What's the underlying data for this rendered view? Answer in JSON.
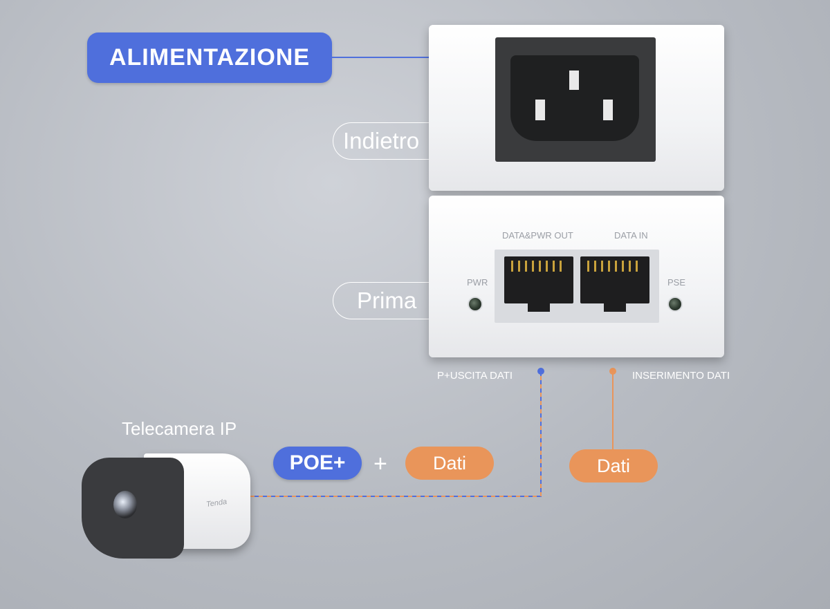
{
  "labels": {
    "power": "ALIMENTAZIONE",
    "back": "Indietro",
    "front": "Prima",
    "ip_camera": "Telecamera IP",
    "poe_plus": "POE+",
    "plus_sign": "+",
    "data_left": "Dati",
    "data_right": "Dati",
    "power_data_out": "P+USCITA DATI",
    "data_in": "INSERIMENTO DATI"
  },
  "device": {
    "port_out": "DATA&PWR OUT",
    "port_in": "DATA IN",
    "led_left": "PWR",
    "led_right": "PSE"
  },
  "camera": {
    "brand": "Tenda"
  },
  "colors": {
    "blue": "#4f6fdc",
    "orange": "#e9955a",
    "background": "#b7bbc2"
  }
}
